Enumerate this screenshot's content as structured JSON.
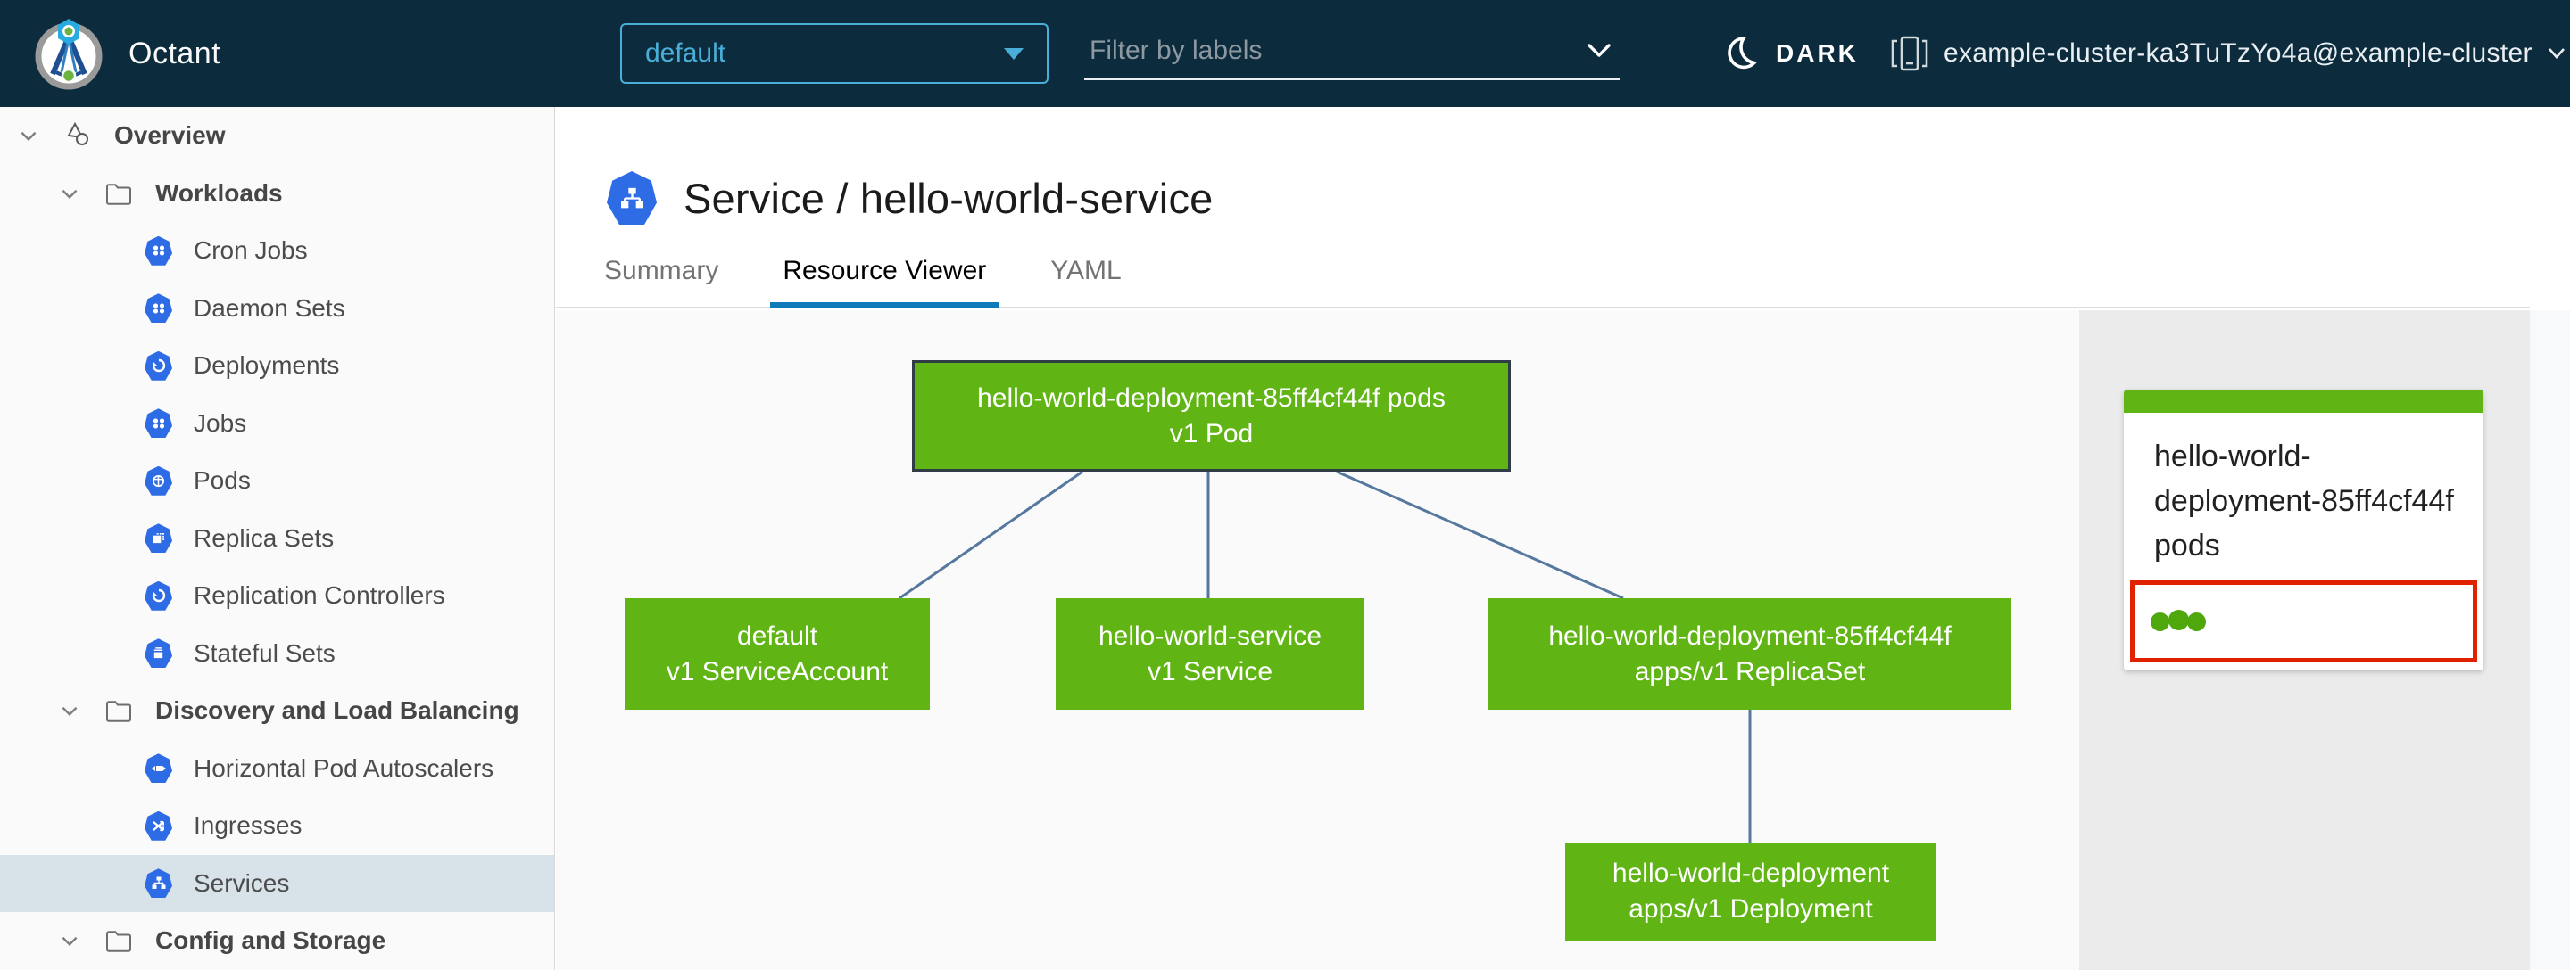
{
  "header": {
    "app_name": "Octant",
    "namespace_selector": {
      "value": "default"
    },
    "filter": {
      "placeholder": "Filter by labels"
    },
    "theme_toggle_label": "DARK",
    "context_label": "example-cluster-ka3TuTzYo4a@example-cluster"
  },
  "sidebar": {
    "items": [
      {
        "label": "Overview",
        "level": 0,
        "kind": "root"
      },
      {
        "label": "Workloads",
        "level": 1,
        "kind": "folder"
      },
      {
        "label": "Cron Jobs",
        "level": 2,
        "kind": "resource"
      },
      {
        "label": "Daemon Sets",
        "level": 2,
        "kind": "resource"
      },
      {
        "label": "Deployments",
        "level": 2,
        "kind": "resource"
      },
      {
        "label": "Jobs",
        "level": 2,
        "kind": "resource"
      },
      {
        "label": "Pods",
        "level": 2,
        "kind": "resource"
      },
      {
        "label": "Replica Sets",
        "level": 2,
        "kind": "resource"
      },
      {
        "label": "Replication Controllers",
        "level": 2,
        "kind": "resource"
      },
      {
        "label": "Stateful Sets",
        "level": 2,
        "kind": "resource"
      },
      {
        "label": "Discovery and Load Balancing",
        "level": 1,
        "kind": "folder"
      },
      {
        "label": "Horizontal Pod Autoscalers",
        "level": 2,
        "kind": "resource"
      },
      {
        "label": "Ingresses",
        "level": 2,
        "kind": "resource"
      },
      {
        "label": "Services",
        "level": 2,
        "kind": "resource",
        "selected": true
      },
      {
        "label": "Config and Storage",
        "level": 1,
        "kind": "folder"
      }
    ]
  },
  "main": {
    "title": "Service / hello-world-service",
    "tabs": [
      {
        "label": "Summary",
        "active": false
      },
      {
        "label": "Resource Viewer",
        "active": true
      },
      {
        "label": "YAML",
        "active": false
      }
    ]
  },
  "graph": {
    "nodes": [
      {
        "line1": "hello-world-deployment-85ff4cf44f pods",
        "line2": "v1 Pod",
        "selected": true
      },
      {
        "line1": "default",
        "line2": "v1 ServiceAccount",
        "selected": false
      },
      {
        "line1": "hello-world-service",
        "line2": "v1 Service",
        "selected": false
      },
      {
        "line1": "hello-world-deployment-85ff4cf44f",
        "line2": "apps/v1 ReplicaSet",
        "selected": false
      },
      {
        "line1": "hello-world-deployment",
        "line2": "apps/v1 Deployment",
        "selected": false
      }
    ]
  },
  "detail_panel": {
    "title": "hello-world-deployment-85ff4cf44f pods",
    "pod_count": 3
  },
  "colors": {
    "header_bg": "#0c2b3c",
    "accent_blue": "#49afd9",
    "k8s_icon_blue": "#2e6ce6",
    "node_green": "#60b515",
    "alert_red": "#e12200",
    "tab_underline_blue": "#0f7ab8"
  }
}
